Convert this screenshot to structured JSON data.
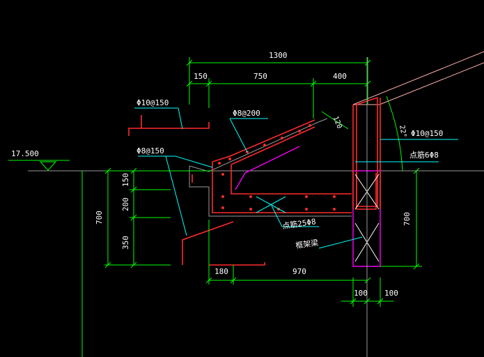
{
  "dimensions": {
    "top_total": "1300",
    "top_left": "150",
    "top_mid": "750",
    "top_right": "400",
    "slab_thick": "120",
    "angle": "22°",
    "left_150": "150",
    "left_200": "200",
    "left_350": "350",
    "left_total": "700",
    "right_total": "700",
    "bottom_180": "180",
    "bottom_970": "970",
    "bottom_100a": "100",
    "bottom_100b": "100",
    "elevation": "17.500"
  },
  "labels": {
    "rebar_top_left": "Φ10@150",
    "rebar_slope": "Φ8@200",
    "rebar_left_mid": "Φ8@150",
    "rebar_right_top": "Φ10@150",
    "rebar_right_dist": "点筋6Φ8",
    "rebar_bottom": "点筋25Φ8",
    "frame_beam": "框架梁"
  },
  "colors": {
    "background": "#000000",
    "dimension": "#00ff00",
    "rebar": "#ff2a2a",
    "beam": "#ff00ff",
    "leader": "#00ffff",
    "text": "#ffffff"
  }
}
